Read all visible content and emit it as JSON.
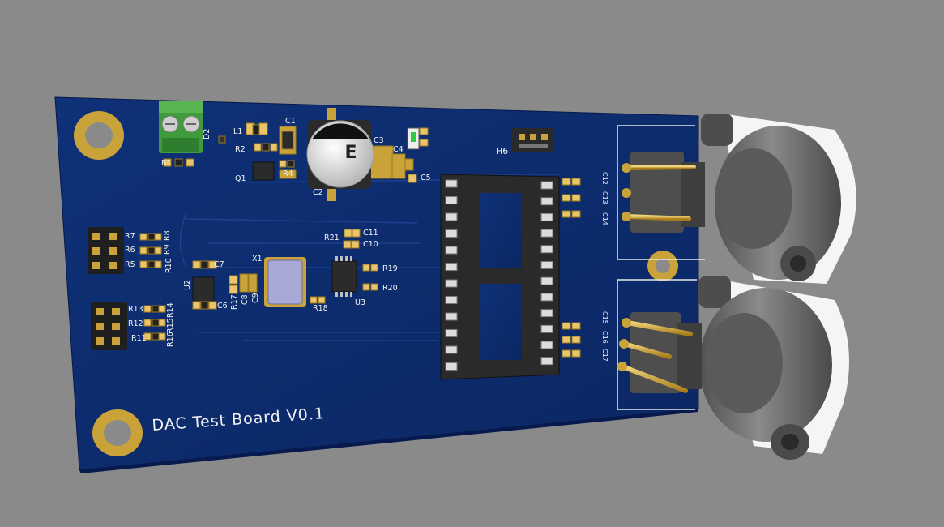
{
  "board": {
    "title": "DAC Test Board V0.1",
    "colors": {
      "background": "#8a8a8a",
      "pcb": "#0d2c6e",
      "pcb_edge": "#0a2257",
      "silk": "#f2f2f2",
      "gold": "#c9a33a",
      "connector": "#6e6e6e",
      "socket": "#2a2a2a",
      "terminal": "#3f9b3c"
    }
  },
  "labels": {
    "D2": "D2",
    "L1": "L1",
    "C1": "C1",
    "R2": "R2",
    "R1": "R1",
    "Q1": "Q1",
    "R4": "R4",
    "C2": "C2",
    "C3": "C3",
    "C4": "C4",
    "C5": "C5",
    "H6": "H6",
    "R7": "R7",
    "R8": "R8",
    "R6": "R6",
    "R9": "R9",
    "R5": "R5",
    "R10": "R10",
    "C7": "C7",
    "U2": "U2",
    "C6": "C6",
    "R17": "R17",
    "C8": "C8",
    "C9": "C9",
    "X1": "X1",
    "R21": "R21",
    "C11": "C11",
    "C10": "C10",
    "R19": "R19",
    "R20": "R20",
    "R18": "R18",
    "U3": "U3",
    "R13": "R13",
    "R14": "R14",
    "R12": "R12",
    "R15": "R15",
    "R11": "R11",
    "R16": "R16",
    "C12": "C12",
    "C13": "C13",
    "C14": "C14",
    "C15": "C15",
    "C16": "C16",
    "C17": "C17"
  },
  "capacitor_marking": "E"
}
